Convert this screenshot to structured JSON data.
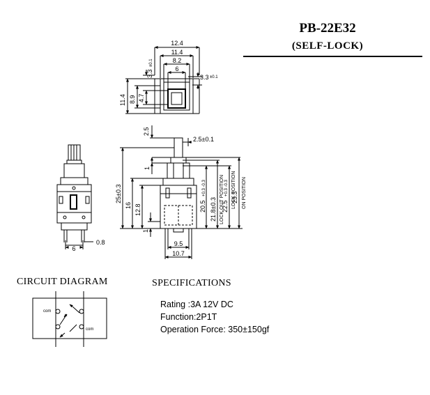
{
  "header": {
    "model": "PB-22E32",
    "type": "(SELF-LOCK)"
  },
  "top_view": {
    "dim_12_4": "12.4",
    "dim_11_4_w": "11.4",
    "dim_8_2": "8.2",
    "dim_6": "6",
    "dim_3_3a": "3.3",
    "dim_3_3a_tol": "±0.1",
    "dim_3_3b": "3.3",
    "dim_3_3b_tol": "±0.1",
    "dim_11_4_h": "11.4",
    "dim_8_9": "8.9",
    "dim_4_7": "4.7"
  },
  "side_view": {
    "dim_2_5": "2.5",
    "dim_2_5_tol": "2.5±0.1",
    "dim_1a": "1",
    "dim_25": "25±0.3",
    "dim_16": "16",
    "dim_12_8": "12.8",
    "dim_1b": "1",
    "dim_20_5": "20.5",
    "dim_20_5_tol": "+0.3 -0.3",
    "dim_21_8": "21.8±0.3",
    "label_lock_out": "LOCK OUT POSITION",
    "dim_22_5": "22.5",
    "dim_22_5_tol": "+0.3 -0.3",
    "label_lock": "LOCK POSITION",
    "dim_23_3": "23.3",
    "label_on": "ON POSITION",
    "dim_9_5": "9.5",
    "dim_10_7": "10.7"
  },
  "front_view": {
    "dim_6": "6",
    "dim_0_8": "0.8"
  },
  "circuit": {
    "heading": "CIRCUIT DIAGRAM",
    "com_left": "com",
    "com_right": "com"
  },
  "specifications": {
    "heading": "SPECIFICATIONS",
    "rating": "Rating :3A 12V  DC",
    "function": "Function:2P1T",
    "force": "Operation Force: 350±150gf"
  }
}
